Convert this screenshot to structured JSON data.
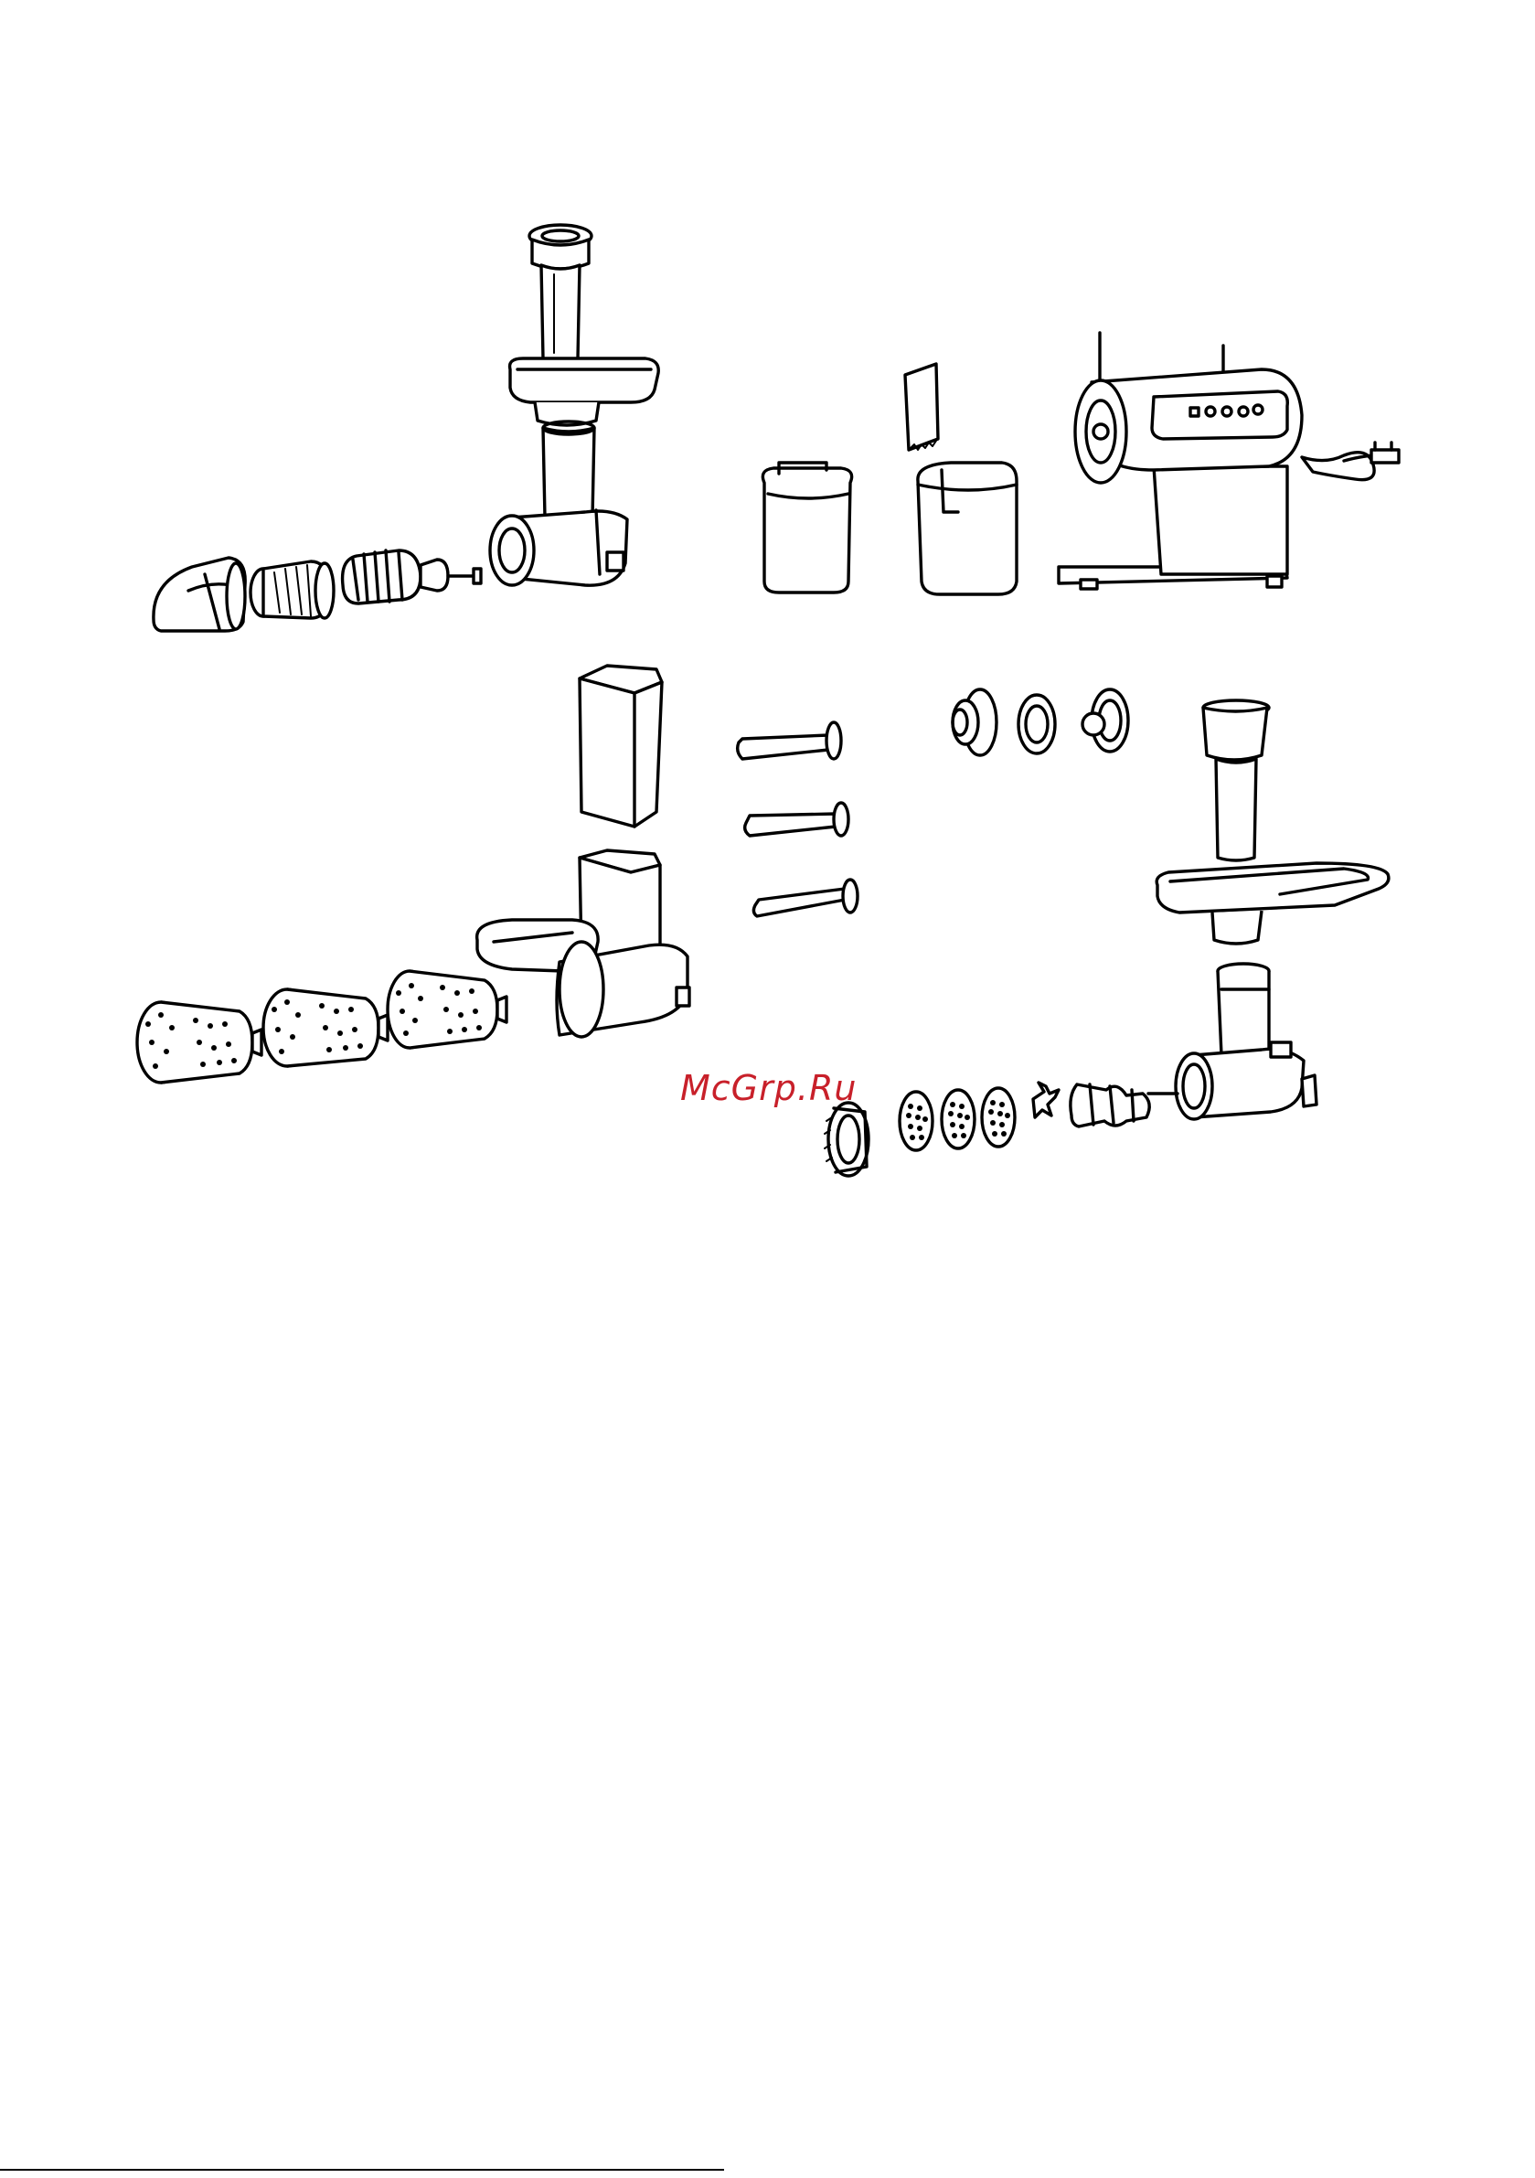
{
  "watermark": {
    "text": "McGrp.Ru",
    "color": "#c8202a"
  },
  "figure": {
    "description_parts": [
      "juicer-attachment",
      "juice-containers",
      "main-unit",
      "slicer-attachment",
      "sausage-tubes",
      "kibbe-parts",
      "meat-grinder-attachment"
    ]
  }
}
